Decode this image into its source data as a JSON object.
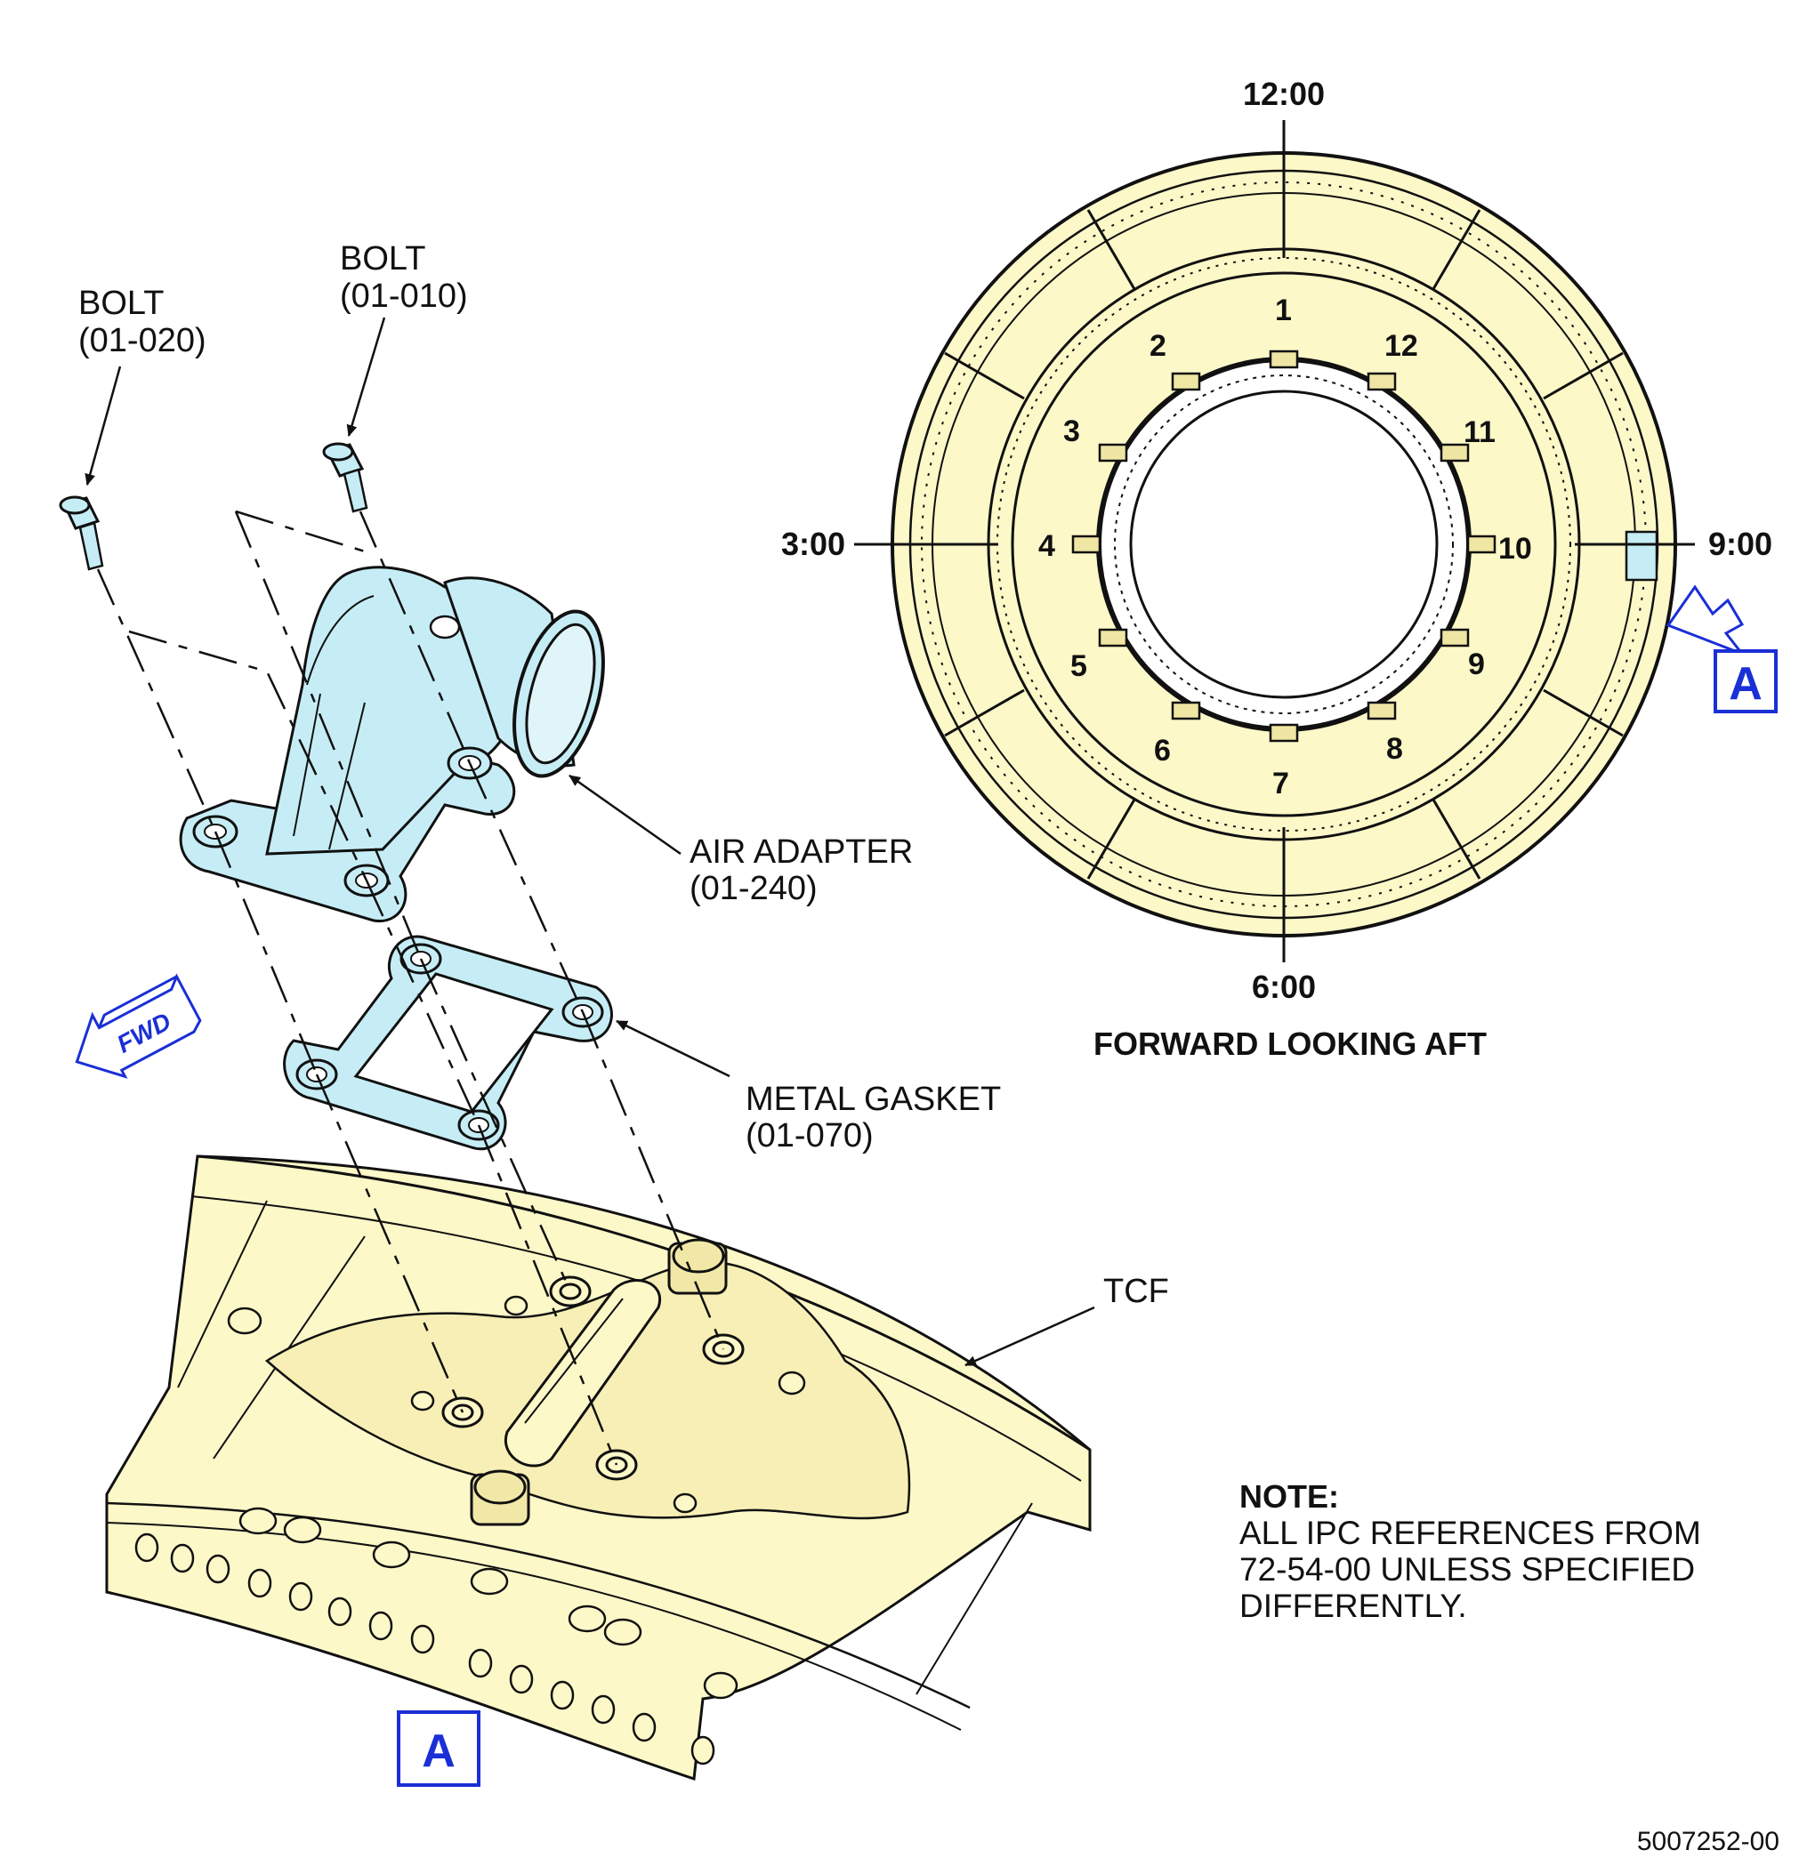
{
  "labels": {
    "bolt_020": [
      "BOLT",
      "(01-020)"
    ],
    "bolt_010": [
      "BOLT",
      "(01-010)"
    ],
    "air_adapter": [
      "AIR ADAPTER",
      "(01-240)"
    ],
    "metal_gasket": [
      "METAL GASKET",
      "(01-070)"
    ],
    "tcf": "TCF"
  },
  "clock": {
    "top": "12:00",
    "left": "3:00",
    "right": "9:00",
    "bottom": "6:00"
  },
  "positions": [
    "1",
    "2",
    "3",
    "4",
    "5",
    "6",
    "7",
    "8",
    "9",
    "10",
    "11",
    "12"
  ],
  "ring_view_title": "FORWARD LOOKING AFT",
  "view_marker": "A",
  "fwd_arrow": "FWD",
  "note": {
    "heading": "NOTE:",
    "lines": [
      "ALL IPC REFERENCES FROM",
      "72-54-00 UNLESS SPECIFIED",
      "DIFFERENTLY."
    ]
  },
  "figure_id": "5007252-00",
  "colors": {
    "frame_fill": "#fdf8c8",
    "part_fill": "#c6edf5",
    "marker_blue": "#1a2fd6",
    "line": "#111111"
  }
}
